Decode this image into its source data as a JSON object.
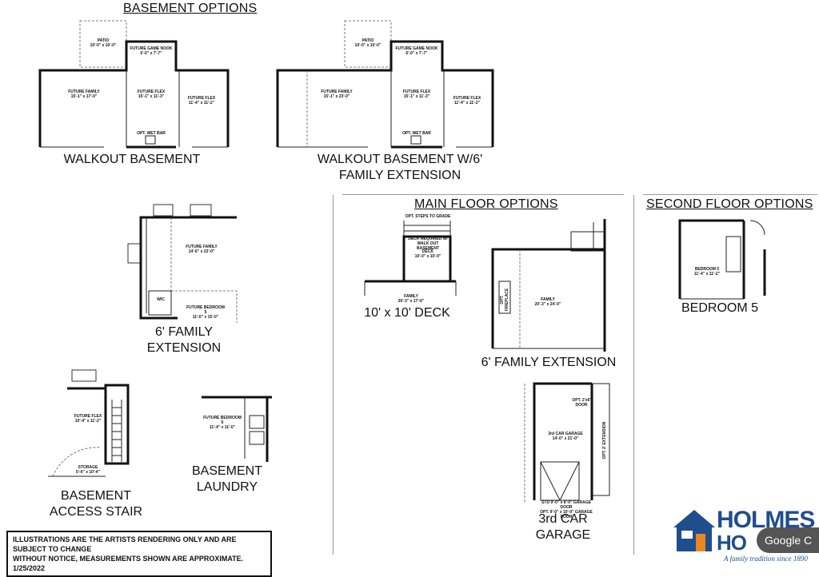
{
  "sections": {
    "basement_options": "BASEMENT OPTIONS",
    "main_floor_options": "MAIN FLOOR OPTIONS",
    "second_floor_options": "SECOND FLOOR OPTIONS"
  },
  "plans": {
    "walkout_basement": {
      "caption": "WALKOUT BASEMENT",
      "rooms": {
        "patio": "PATIO",
        "patio_dim": "10'-0\" x 10'-0\"",
        "game_nook": "FUTURE GAME NOOK",
        "game_nook_dim": "6'-0\" x 7'-7\"",
        "family": "FUTURE FAMILY",
        "family_dim": "15'-1\" x 17'-0\"",
        "flex": "FUTURE FLEX",
        "flex_dim": "15'-1\" x 11'-3\"",
        "flex2": "FUTURE FLEX",
        "flex2_dim": "11'-4\" x 11'-2\"",
        "wet_bar": "OPT. WET BAR"
      }
    },
    "walkout_basement_ext": {
      "caption_line1": "WALKOUT BASEMENT W/6'",
      "caption_line2": "FAMILY EXTENSION",
      "rooms": {
        "patio": "PATIO",
        "patio_dim": "10'-0\" x 10'-0\"",
        "game_nook": "FUTURE GAME NOOK",
        "game_nook_dim": "6'-0\" x 7'-7\"",
        "family": "FUTURE FAMILY",
        "family_dim": "15'-1\" x 23'-0\"",
        "flex": "FUTURE FLEX",
        "flex_dim": "15'-1\" x 11'-3\"",
        "flex2": "FUTURE FLEX",
        "flex2_dim": "11'-4\" x 11'-2\"",
        "wet_bar": "OPT. WET BAR"
      }
    },
    "family_extension": {
      "caption_line1": "6' FAMILY",
      "caption_line2": "EXTENSION",
      "rooms": {
        "family": "FUTURE FAMILY",
        "family_dim": "14'-6\" x 23'-0\"",
        "wic": "WIC",
        "bedroom": "FUTURE BEDROOM 5",
        "bedroom_dim": "11'-0\" x 15'-0\""
      }
    },
    "access_stair": {
      "caption_line1": "BASEMENT",
      "caption_line2": "ACCESS STAIR",
      "rooms": {
        "flex": "FUTURE FLEX",
        "flex_dim": "10'-4\" x 11'-2\"",
        "storage": "STORAGE",
        "storage_dim": "5'-0\" x 10'-4\""
      }
    },
    "basement_laundry": {
      "caption": "BASEMENT LAUNDRY",
      "rooms": {
        "bedroom": "FUTURE BEDROOM 6",
        "bedroom_dim": "11'-4\" x 11'-0\""
      }
    },
    "deck": {
      "caption": "10' x 10' DECK",
      "rooms": {
        "steps": "OPT. STEPS TO GRADE",
        "note": "DECK REQUIRED W/ WALK OUT BASEMENT",
        "deck": "DECK",
        "deck_dim": "10'-0\" x 10'-0\"",
        "family": "FAMILY",
        "family_dim": "20'-3\" x 17'-6\""
      }
    },
    "main_family_ext": {
      "caption": "6' FAMILY EXTENSION",
      "rooms": {
        "family": "FAMILY",
        "family_dim": "20'-3\" x 24'-0\"",
        "fireplace": "OPT. FIREPLACE"
      }
    },
    "garage": {
      "caption_line1": "3rd CAR",
      "caption_line2": "GARAGE",
      "rooms": {
        "garage": "3rd CAR GARAGE",
        "garage_dim": "14'-0\" x 21'-0\"",
        "door": "OPT. 2'x6' DOOR",
        "extension": "OPT. 2' EXTENSION",
        "std_door": "STD 9'-0\" x 8'-0\" GARAGE DOOR",
        "opt_door": "OPT. 9'-0\" x 10'-0\" GARAGE DOOR"
      }
    },
    "bedroom5": {
      "caption": "BEDROOM 5",
      "rooms": {
        "bedroom": "BEDROOM 5",
        "bedroom_dim": "11'-4\" x 11'-2\""
      }
    }
  },
  "disclaimer": {
    "line1": "ILLUSTRATIONS ARE THE ARTISTS RENDERING ONLY AND ARE SUBJECT TO CHANGE",
    "line2": "WITHOUT NOTICE, MEASUREMENTS SHOWN ARE APPROXIMATE.  1/25/2022"
  },
  "logo": {
    "text": "HOLMES",
    "text2": "HO",
    "tagline": "A family tradition since 1890"
  },
  "overlay": {
    "badge": "Google C"
  },
  "colors": {
    "brand_blue": "#1f4e8c",
    "orange": "#e8871e"
  }
}
